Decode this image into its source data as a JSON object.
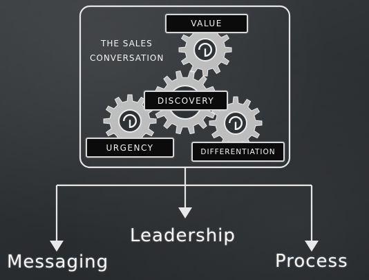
{
  "diagram": {
    "heading_line1": "THE SALES",
    "heading_line2": "CONVERSATION",
    "gear_labels": {
      "value": "VALUE",
      "discovery": "DISCOVERY",
      "urgency": "URGENCY",
      "differentiation": "DIFFERENTIATION"
    },
    "outcomes": {
      "left": "Messaging",
      "center": "Leadership",
      "right": "Process"
    }
  },
  "colors": {
    "chalk": "#f2f2f2",
    "board": "#2e3134",
    "label_bg": "#0b0b0b"
  }
}
